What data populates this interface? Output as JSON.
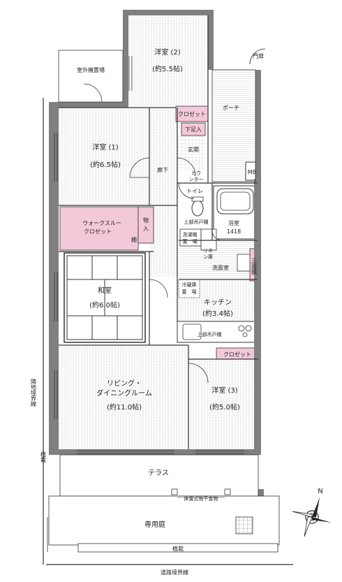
{
  "rooms": {
    "western_room_2": {
      "name": "洋室 (2)",
      "size": "(約5.5帖)"
    },
    "western_room_1": {
      "name": "洋室 (1)",
      "size": "(約6.5帖)"
    },
    "japanese_room": {
      "name": "和室",
      "size": "(約6.0帖)"
    },
    "living_dining": {
      "name_line1": "リビング・",
      "name_line2": "ダイニングルーム",
      "size": "(約11.0帖)"
    },
    "western_room_3": {
      "name": "洋室 (3)",
      "size": "(約5.0帖)"
    },
    "kitchen": {
      "name": "キッチン",
      "size": "(約3.4帖)"
    }
  },
  "labels": {
    "outdoor_unit_area": "室外機置場",
    "gate": "門扉",
    "closet_top": "クロゼット",
    "porch": "ポーチ",
    "shoe_cabinet": "下足入",
    "entrance": "玄関",
    "corridor": "廊下",
    "counter_line1": "カウ",
    "counter_line2": "ンター",
    "mb": "MB",
    "toilet": "トイレ",
    "upper_cabinet_toilet": "上部吊戸棚",
    "bathroom": "浴室",
    "bathroom_size": "1418",
    "walkin_line1": "ウォークスルー",
    "walkin_line2": "クロゼット",
    "storage_line1": "物",
    "storage_line2": "入",
    "shelf": "棚",
    "washer_line1": "洗濯機",
    "washer_line2": "置　場",
    "linen_line1": "リネ",
    "linen_line2": "ン庫",
    "washroom": "洗面室",
    "mirror_cabinet": "三面鏡",
    "fridge_line1": "冷蔵庫",
    "fridge_line2": "置　場",
    "upper_cabinet_kitchen": "上部吊戸棚",
    "closet_kitchen": "クロゼット",
    "neighbor_boundary": "隣地境界線",
    "planting_left": "植栽",
    "terrace": "テラス",
    "laundry_pole": "床置式物干金物",
    "private_garden": "専用庭",
    "planting_bottom": "植栽",
    "road_boundary": "道路境界線",
    "north": "N"
  },
  "colors": {
    "wall": "#7f7f7f",
    "wall_dark": "#4a4a4a",
    "closet_pink": "#f3c9d9",
    "floor_dot": "#b5b5b5",
    "line": "#333333"
  }
}
